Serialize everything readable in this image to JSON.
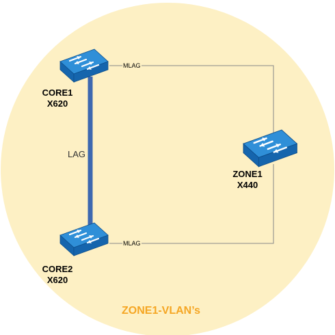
{
  "colors": {
    "zone_fill": "#fdf0c4",
    "zone_title": "#f5a623",
    "lag_link": "#3d68b0",
    "mlag_link": "#888888",
    "switch_top": "#2f8fd8",
    "switch_side": "#1565ad",
    "switch_arrows": "#ffffff"
  },
  "zone": {
    "title": "ZONE1-VLAN’s"
  },
  "devices": {
    "core1": {
      "name": "CORE1",
      "model": "X620",
      "icon": "network-switch-icon"
    },
    "core2": {
      "name": "CORE2",
      "model": "X620",
      "icon": "network-switch-icon"
    },
    "zone1": {
      "name": "ZONE1",
      "model": "X440",
      "icon": "network-switch-icon"
    }
  },
  "links": {
    "lag": {
      "label": "LAG"
    },
    "mlag_core1": {
      "label": "MLAG"
    },
    "mlag_core2": {
      "label": "MLAG"
    }
  }
}
